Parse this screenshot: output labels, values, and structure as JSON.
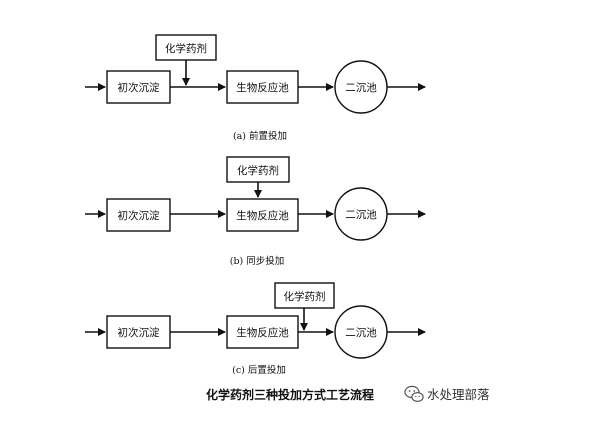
{
  "nodes": {
    "primary_settling": "初次沉淀",
    "chemical": "化学药剂",
    "bio_reactor": "生物反应池",
    "secondary_clarifier": "二沉池"
  },
  "captions": {
    "a": "(a) 前置投加",
    "b": "(b) 同步投加",
    "c": "(c) 后置投加"
  },
  "figure_title": "化学药剂三种投加方式工艺流程",
  "watermark": {
    "icon": "wechat-logo-icon",
    "text": "水处理部落"
  }
}
